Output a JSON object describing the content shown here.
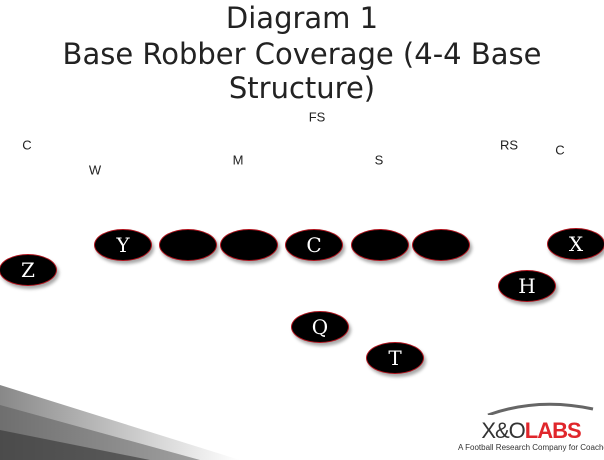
{
  "title": {
    "line1": "Diagram 1",
    "line2": "Base Robber Coverage (4-4 Base",
    "line3": "Structure)"
  },
  "defense": [
    {
      "id": "c_left",
      "label": "C"
    },
    {
      "id": "w",
      "label": "W"
    },
    {
      "id": "m",
      "label": "M"
    },
    {
      "id": "fs",
      "label": "FS"
    },
    {
      "id": "s",
      "label": "S"
    },
    {
      "id": "rs",
      "label": "RS"
    },
    {
      "id": "c_right",
      "label": "C"
    }
  ],
  "offense": [
    {
      "id": "z",
      "label": "Z"
    },
    {
      "id": "y",
      "label": "Y"
    },
    {
      "id": "lt",
      "label": ""
    },
    {
      "id": "lg",
      "label": ""
    },
    {
      "id": "center",
      "label": "C"
    },
    {
      "id": "rg",
      "label": ""
    },
    {
      "id": "rt",
      "label": ""
    },
    {
      "id": "x",
      "label": "X"
    },
    {
      "id": "h",
      "label": "H"
    },
    {
      "id": "q",
      "label": "Q"
    },
    {
      "id": "t",
      "label": "T"
    }
  ],
  "logo": {
    "brand_xo": "X&O",
    "brand_labs": "LABS",
    "tagline": "A Football Research Company for Coaches"
  },
  "colors": {
    "player_fill": "#000000",
    "player_border": "#b0141e",
    "logo_red": "#e0262b"
  }
}
